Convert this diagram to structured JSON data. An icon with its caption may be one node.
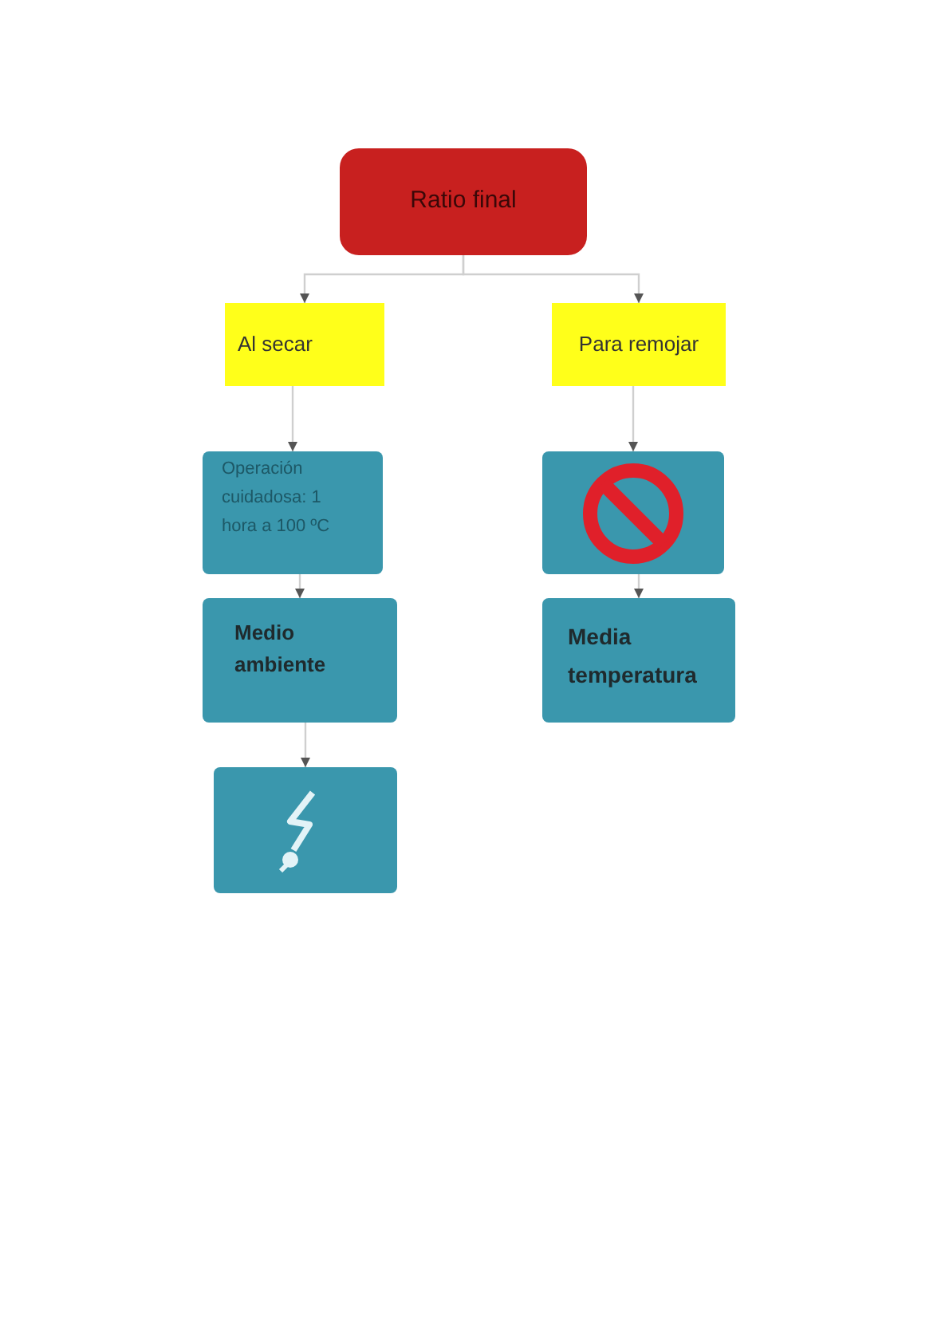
{
  "diagram": {
    "nodes": [
      {
        "text": [
          "Ratio final"
        ]
      },
      {
        "text": [
          "Al secar"
        ]
      },
      {
        "text": [
          "Para remojar"
        ]
      },
      {
        "text": [
          "Operación cuidadosa: 1 hora a 100 ºC"
        ]
      },
      {
        "text": [
          "Medio ambiente"
        ]
      },
      {
        "text": [],
        "shape": "box"
      },
      {
        "text": [],
        "shape": "box"
      },
      {
        "text": [
          "Media temperatura"
        ]
      }
    ],
    "edges": [
      {
        "from": 0,
        "to": 1,
        "arrow": "to"
      },
      {
        "from": 0,
        "to": 2,
        "arrow": "to"
      },
      {
        "from": 1,
        "to": 3,
        "arrow": "to"
      },
      {
        "from": 3,
        "to": 4,
        "arrow": "to"
      },
      {
        "from": 4,
        "to": 5,
        "arrow": "to"
      },
      {
        "from": 2,
        "to": 6,
        "arrow": "to"
      },
      {
        "from": 6,
        "to": 7,
        "arrow": "to"
      }
    ]
  }
}
